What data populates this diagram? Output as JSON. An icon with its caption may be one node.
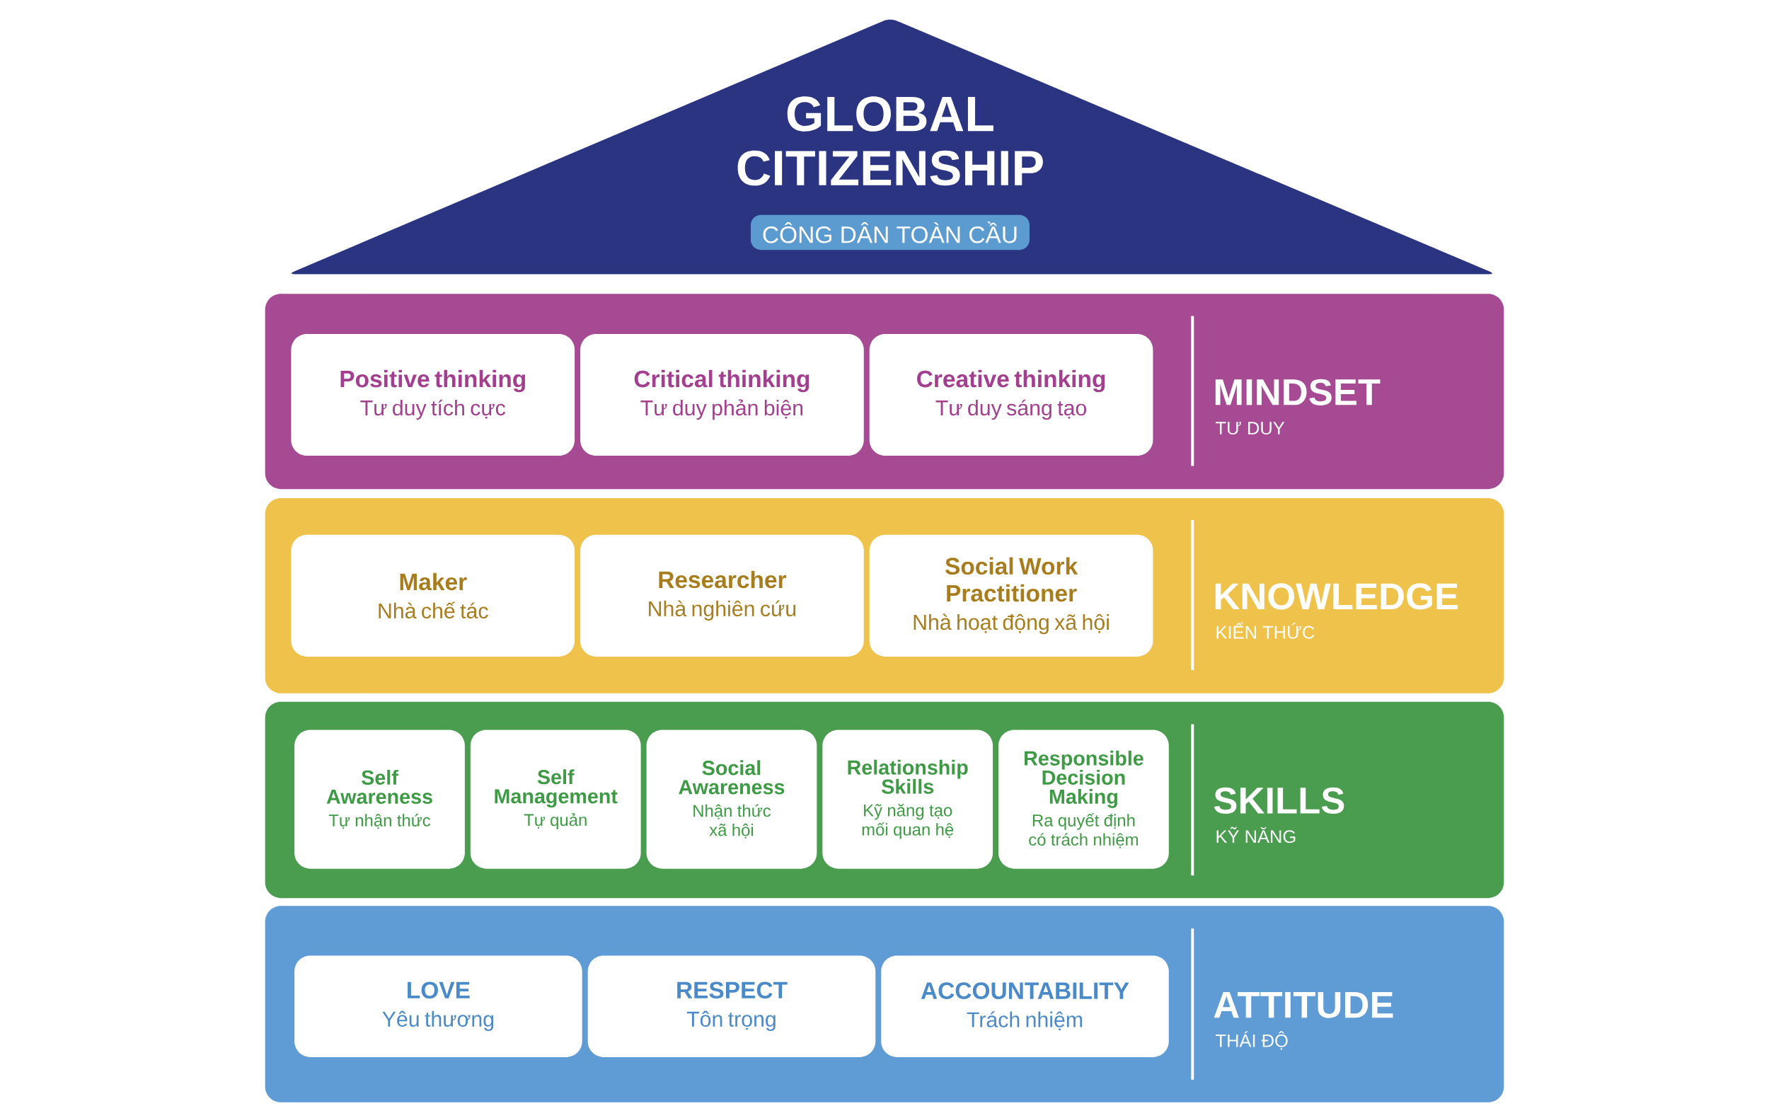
{
  "diagram": {
    "nodes": [
      {
        "text": [
          "GLOBAL CITIZENSHIP"
        ]
      },
      {
        "text": [
          "CÔNG DÂN TOÀN CẦU"
        ],
        "in": 0
      },
      {
        "text": [
          "MINDSET",
          "TƯ DUY"
        ]
      },
      {
        "text": [
          "Positive thinking",
          "Tư duy tích cực"
        ],
        "in": 2
      },
      {
        "text": [
          "Critical thinking",
          "Tư duy phản biện"
        ],
        "in": 2
      },
      {
        "text": [
          "Creative thinking",
          "Tư duy sáng tạo"
        ],
        "in": 2
      },
      {
        "text": [
          "KNOWLEDGE",
          "KIẾN THỨC"
        ]
      },
      {
        "text": [
          "Maker",
          "Nhà chế tác"
        ],
        "in": 6
      },
      {
        "text": [
          "Researcher",
          "Nhà nghiên cứu"
        ],
        "in": 6
      },
      {
        "text": [
          "Social Work Practitioner",
          "Nhà hoạt động xã hội"
        ],
        "in": 6
      },
      {
        "text": [
          "SKILLS",
          "KỸ NĂNG"
        ]
      },
      {
        "text": [
          "Self Awareness",
          "Tự nhận thức"
        ],
        "in": 10
      },
      {
        "text": [
          "Self Management",
          "Tự quản"
        ],
        "in": 10
      },
      {
        "text": [
          "Social Awareness",
          "Nhận thức xã hội"
        ],
        "in": 10
      },
      {
        "text": [
          "Relationship Skills",
          "Kỹ năng tạo mối quan hệ"
        ],
        "in": 10
      },
      {
        "text": [
          "Responsible Decision Making",
          "Ra quyết định có trách nhiệm"
        ],
        "in": 10
      },
      {
        "text": [
          "ATTITUDE",
          "THÁI ĐỘ"
        ]
      },
      {
        "text": [
          "LOVE",
          "Yêu thương"
        ],
        "in": 16
      },
      {
        "text": [
          "RESPECT",
          "Tôn trọng"
        ],
        "in": 16
      },
      {
        "text": [
          "ACCOUNTABILITY",
          "Trách nhiệm"
        ],
        "in": 16
      }
    ]
  }
}
